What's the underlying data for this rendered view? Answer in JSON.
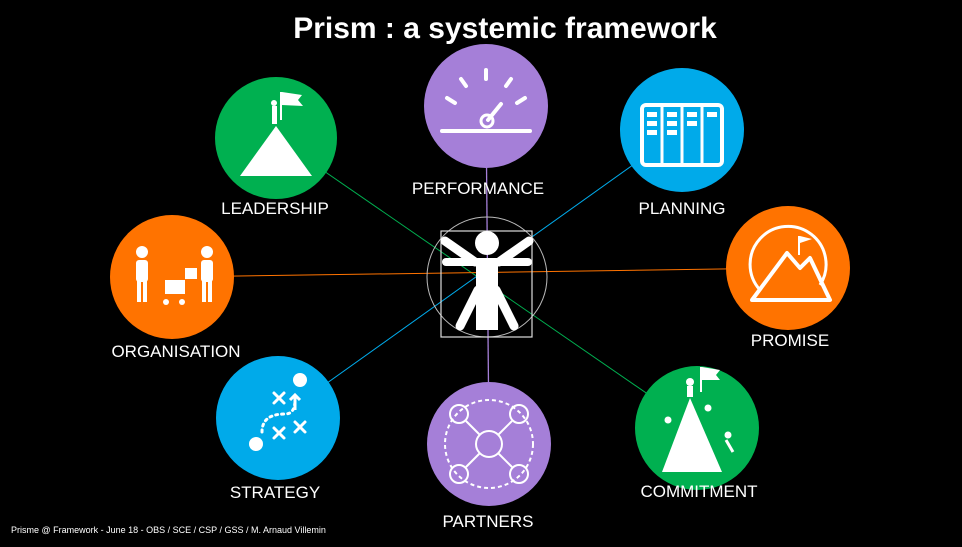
{
  "title": "Prism : a systemic framework",
  "footer": "Prisme @ Framework - June 18 -  OBS / SCE / CSP / GSS / M. Arnaud Villemin",
  "colors": {
    "green": "#00b050",
    "purple": "#a57fd8",
    "blue": "#00aaea",
    "orange": "#ff7300"
  },
  "nodes": {
    "leadership": {
      "label": "LEADERSHIP",
      "icon": "mountain-flag-icon"
    },
    "performance": {
      "label": "PERFORMANCE",
      "icon": "gauge-icon"
    },
    "planning": {
      "label": "PLANNING",
      "icon": "kanban-board-icon"
    },
    "organisation": {
      "label": "ORGANISATION",
      "icon": "people-cart-icon"
    },
    "promise": {
      "label": "PROMISE",
      "icon": "mountain-circle-icon"
    },
    "strategy": {
      "label": "STRATEGY",
      "icon": "strategy-play-icon"
    },
    "partners": {
      "label": "PARTNERS",
      "icon": "network-people-icon"
    },
    "commitment": {
      "label": "COMMITMENT",
      "icon": "team-climbing-icon"
    }
  },
  "center": {
    "icon": "vitruvian-man-icon"
  }
}
